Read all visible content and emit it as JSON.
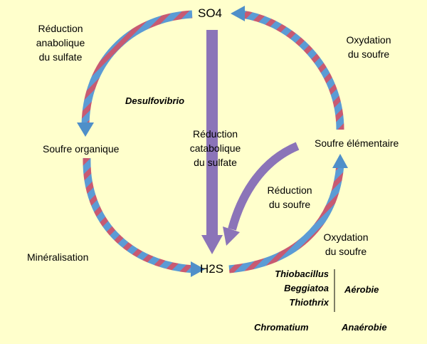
{
  "nodes": {
    "so4": "SO4",
    "h2s": "H2S",
    "soufre_organique": "Soufre organique",
    "soufre_elementaire": "Soufre élémentaire"
  },
  "processes": {
    "reduction_anabolique": [
      "Réduction",
      "anabolique",
      "du sulfate"
    ],
    "oxydation_haut": [
      "Oxydation",
      "du soufre"
    ],
    "reduction_catabolique": [
      "Réduction",
      "catabolique",
      "du sulfate"
    ],
    "reduction_soufre": [
      "Réduction",
      "du soufre"
    ],
    "oxydation_bas": [
      "Oxydation",
      "du soufre"
    ],
    "mineralisation": "Minéralisation"
  },
  "organisms": {
    "desulfovibrio": "Desulfovibrio",
    "aerobic": [
      "Thiobacillus",
      "Beggiatoa",
      "Thiothrix"
    ],
    "aerobic_label": "Aérobie",
    "anaerobic": "Chromatium",
    "anaerobic_label": "Anaérobie"
  },
  "colors": {
    "background": "#ffffcc",
    "stripe_blue": "#5b9bd5",
    "stripe_red": "#c75a72",
    "arrow_purple": "#8b74b8"
  }
}
